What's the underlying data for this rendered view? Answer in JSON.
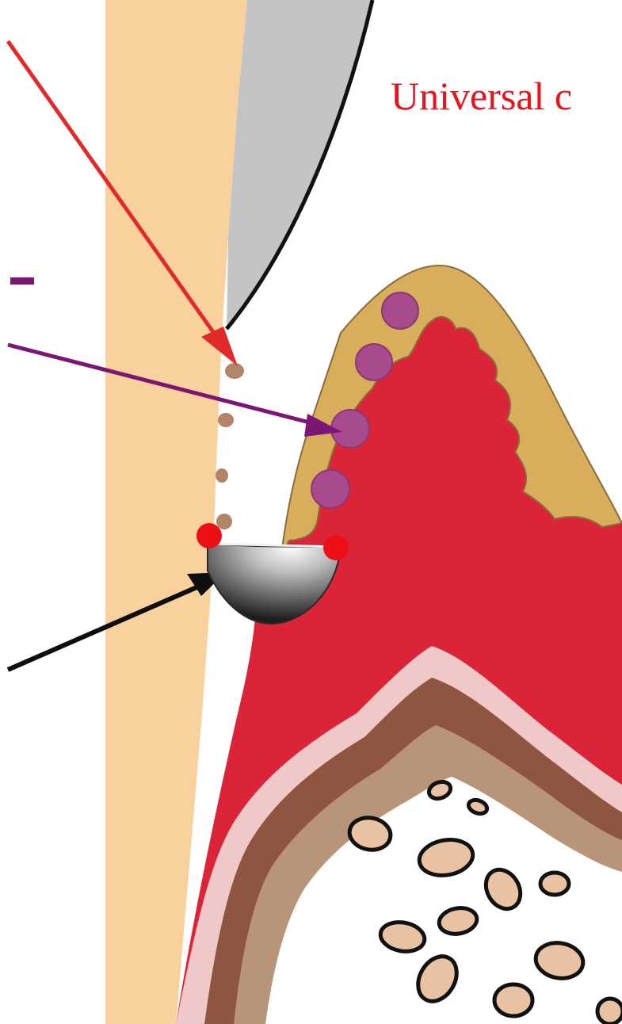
{
  "caption": {
    "text": "Universal c",
    "color": "#e8141c"
  },
  "colors": {
    "tooth_root": "#f9d19c",
    "enamel": "#c3c4c6",
    "inflamed_tissue": "#dc2438",
    "epithelium": "#d8ad5c",
    "calculus_deposit": "#b0856a",
    "inflammatory_cell": "#a84a8e",
    "bone_marrow": "#e9c2a3",
    "instrument_marker": "#ec0f14",
    "pointer_red": "#e22a2b",
    "pointer_purple": "#7c1675",
    "pointer_black": "#0e0e0e"
  },
  "icons": [
    "tooth-root",
    "enamel-crown",
    "gingiva",
    "calculus-deposits",
    "inflammatory-cells",
    "curette-tip",
    "alveolar-bone",
    "bone-trabeculae"
  ]
}
